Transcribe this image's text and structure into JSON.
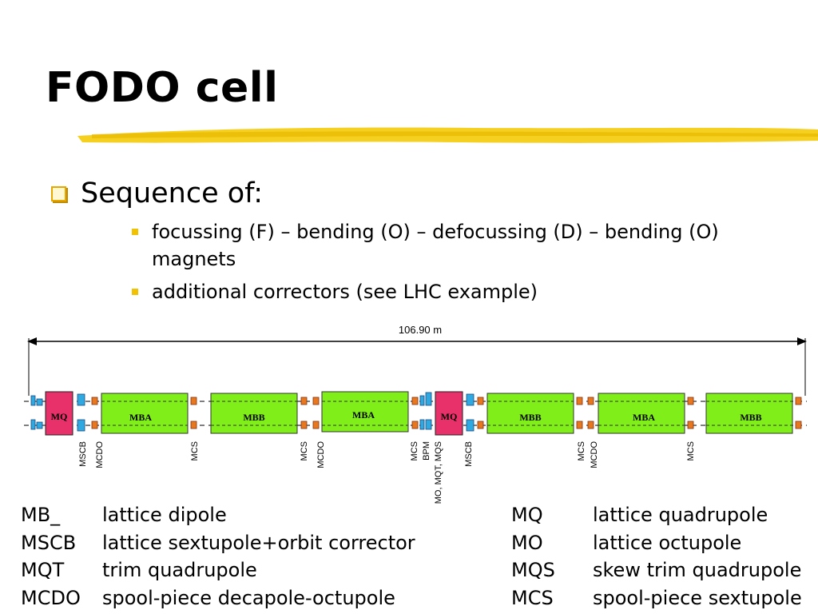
{
  "slide": {
    "title": "FODO cell",
    "bullet": "Sequence of:",
    "sub_bullets": [
      "focussing (F) – bending (O) – defocussing (D) – bending (O) magnets",
      "additional correctors (see LHC example)"
    ]
  },
  "diagram": {
    "length_label": "106.90 m",
    "magnets": [
      "MQ",
      "MBA",
      "MBB",
      "MBA",
      "MQ",
      "MBB",
      "MBA",
      "MBB"
    ],
    "vertical_labels": {
      "v1": "MSCB",
      "v2": "MCDO",
      "v3": "MCS",
      "v4": "MCS",
      "v5": "MCDO",
      "v6": "MCS",
      "v7": "BPM",
      "v8": "MO, MQT, MQS",
      "v9": "MSCB",
      "v10": "MCS",
      "v11": "MCDO",
      "v12": "MCS"
    },
    "colors": {
      "quadrupole": "#e8306a",
      "dipole": "#80ee18",
      "corrector_blue": "#30a8e0",
      "corrector_orange": "#e87820"
    }
  },
  "legend_left": [
    {
      "abbr": "MB_",
      "desc": "lattice dipole"
    },
    {
      "abbr": "MSCB",
      "desc": "lattice sextupole+orbit corrector"
    },
    {
      "abbr": "MQT",
      "desc": "trim quadrupole"
    },
    {
      "abbr": "MCDO",
      "desc": "spool-piece decapole-octupole"
    }
  ],
  "legend_right": [
    {
      "abbr": "MQ",
      "desc": "lattice quadrupole"
    },
    {
      "abbr": "MO",
      "desc": "lattice octupole"
    },
    {
      "abbr": "MQS",
      "desc": "skew trim quadrupole"
    },
    {
      "abbr": "MCS",
      "desc": "spool-piece sextupole"
    }
  ]
}
